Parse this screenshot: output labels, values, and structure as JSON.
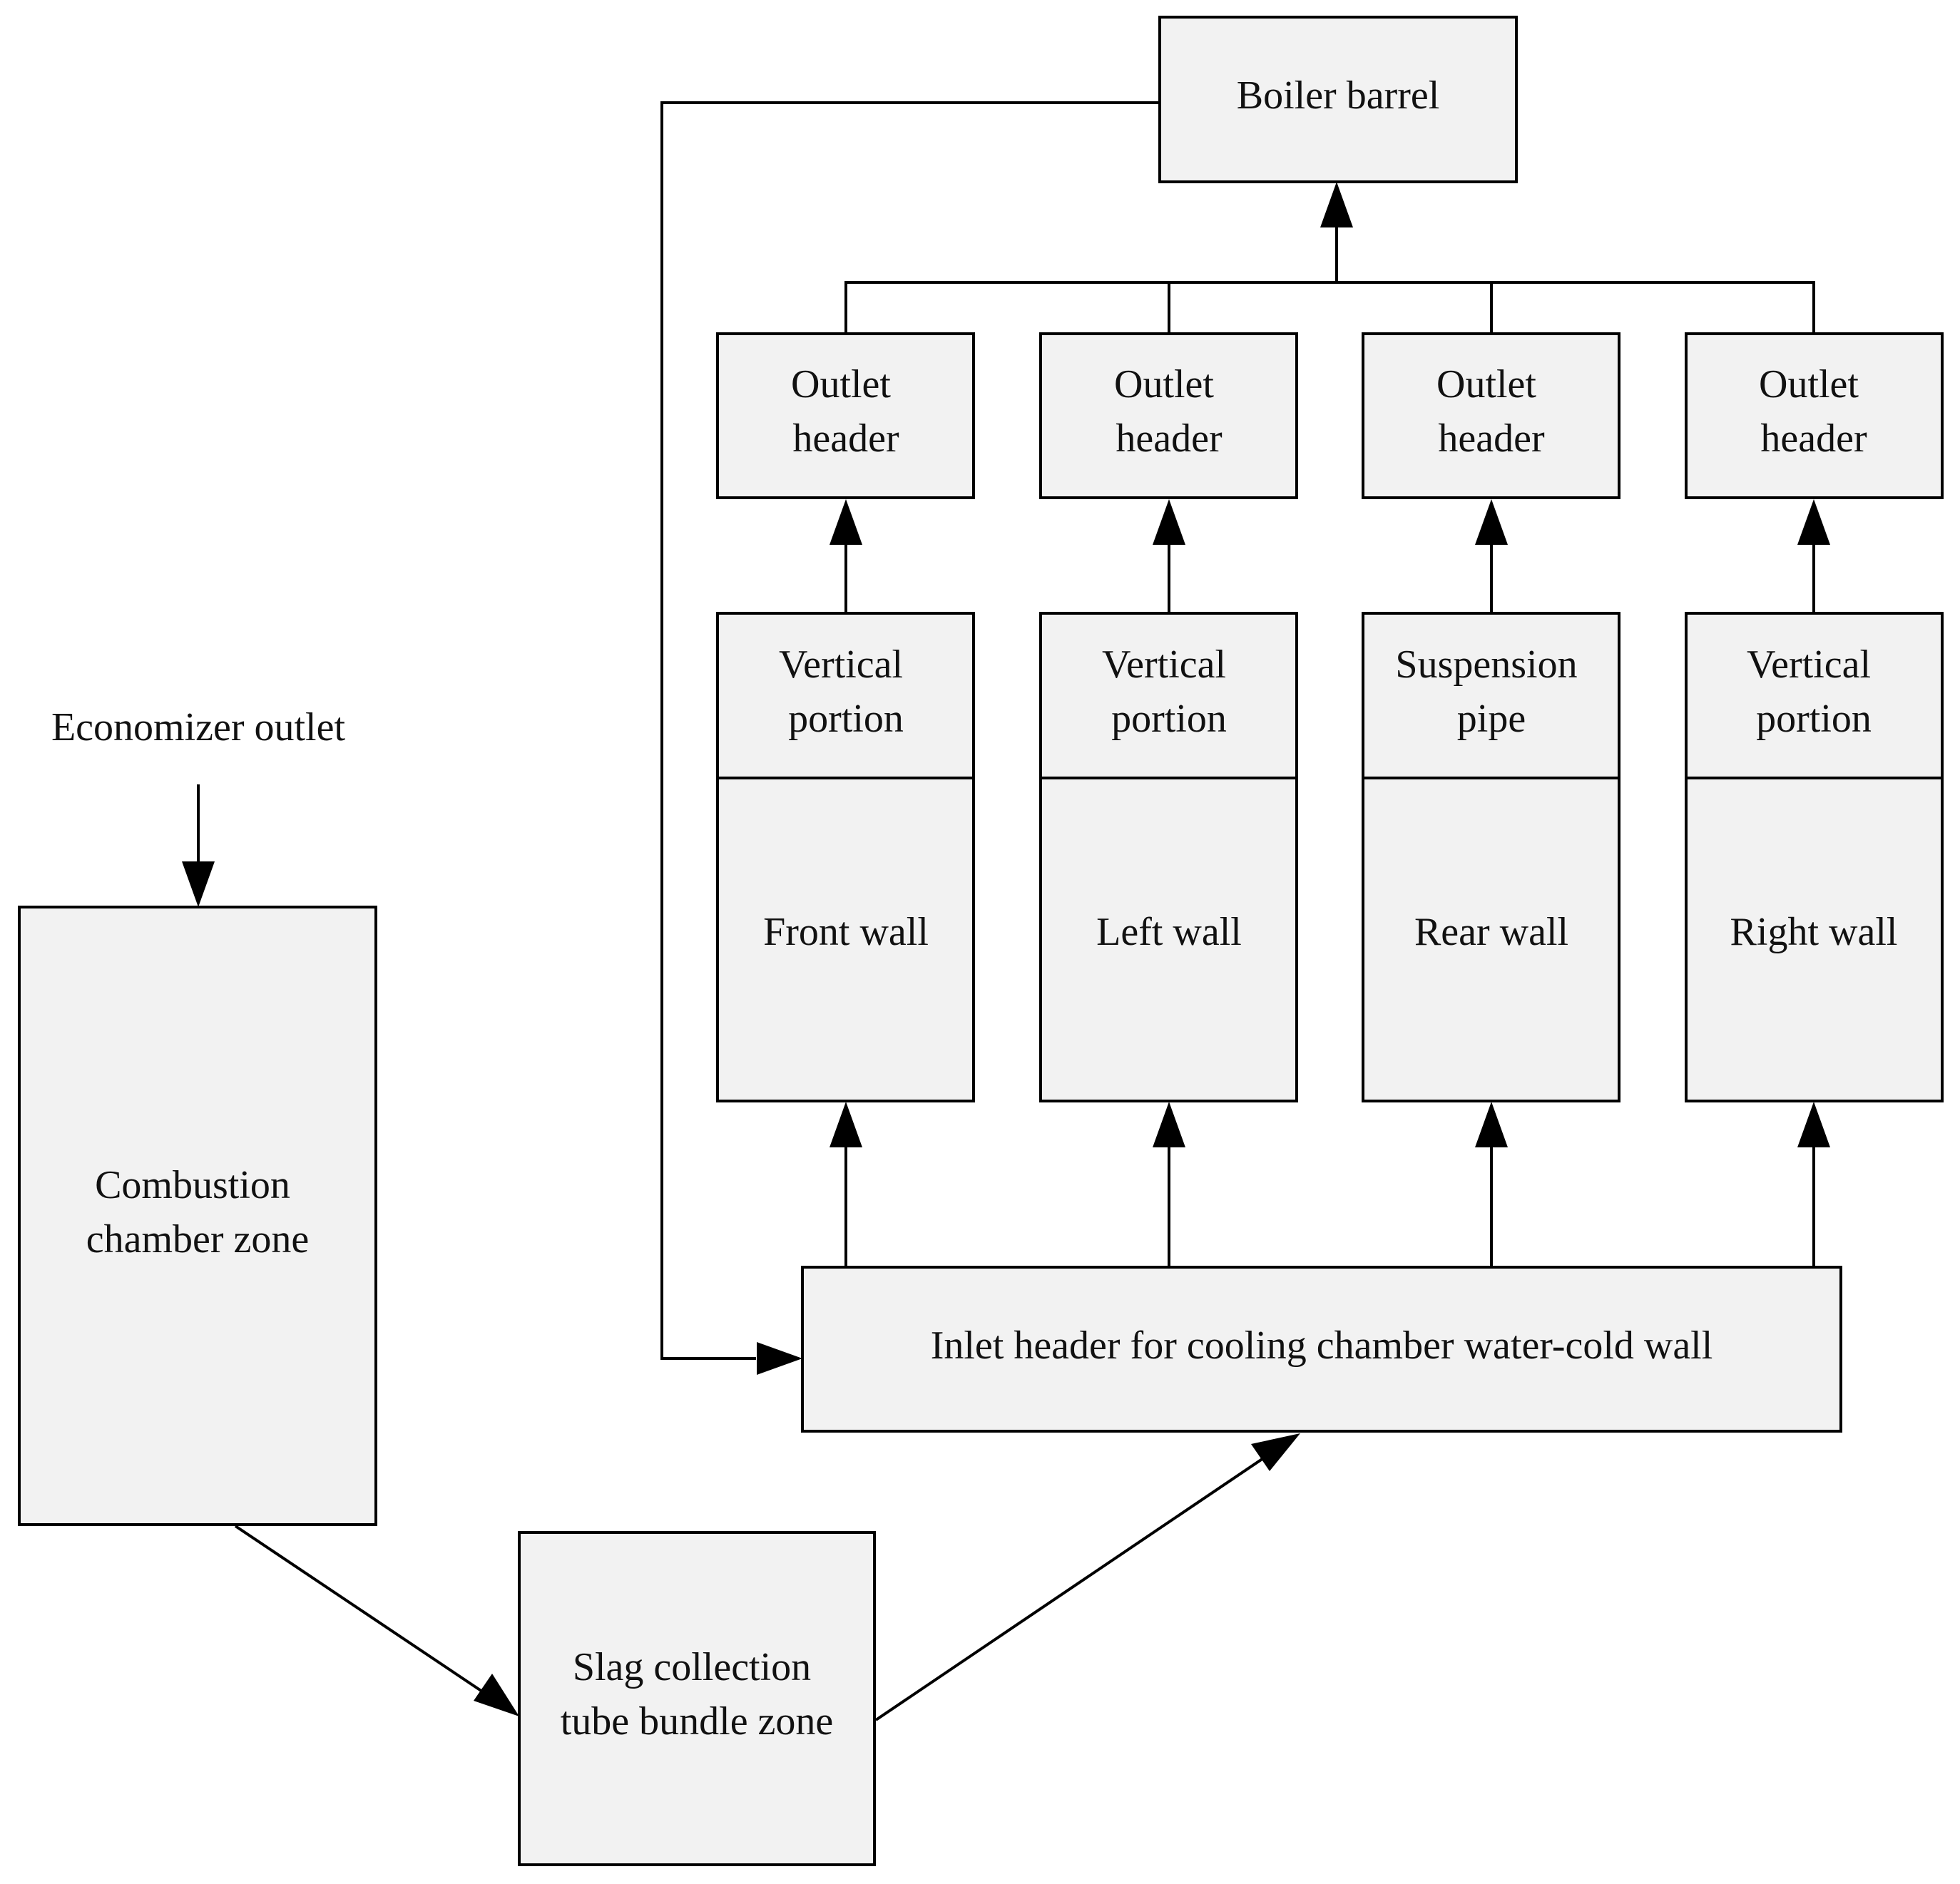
{
  "diagram": {
    "boiler_barrel": "Boiler barrel",
    "economizer_outlet": "Economizer outlet",
    "combustion": [
      "Combustion",
      "chamber zone"
    ],
    "slag": [
      "Slag collection",
      "tube bundle zone"
    ],
    "inlet_header": "Inlet header for cooling chamber water-cold wall",
    "columns": [
      {
        "outlet": [
          "Outlet",
          "header"
        ],
        "upper": [
          "Vertical",
          "portion"
        ],
        "wall": "Front wall"
      },
      {
        "outlet": [
          "Outlet",
          "header"
        ],
        "upper": [
          "Vertical",
          "portion"
        ],
        "wall": "Left wall"
      },
      {
        "outlet": [
          "Outlet",
          "header"
        ],
        "upper": [
          "Suspension",
          "pipe"
        ],
        "wall": "Rear wall"
      },
      {
        "outlet": [
          "Outlet",
          "header"
        ],
        "upper": [
          "Vertical",
          "portion"
        ],
        "wall": "Right wall"
      }
    ]
  }
}
